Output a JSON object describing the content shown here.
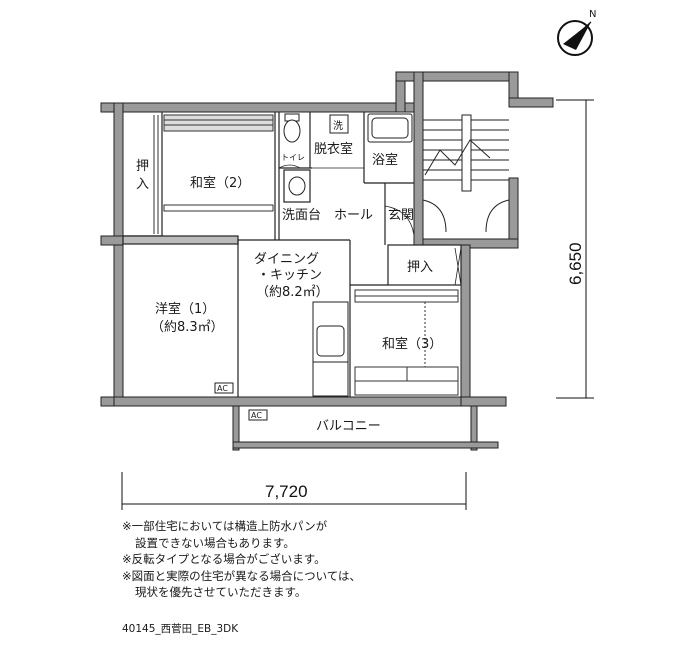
{
  "rooms": {
    "washitsu2": "和室（2）",
    "oshiire_left": [
      "押",
      "入"
    ],
    "toilet": "トイレ",
    "sentaku": "洗",
    "datsuishitsu": "脱衣室",
    "yokushitsu": "浴室",
    "senmendai": "洗面台",
    "hall": "ホール",
    "genkan": "玄関",
    "dk_line1": "ダイニング",
    "dk_line2": "・キッチン",
    "dk_line3": "（約8.2㎡）",
    "oshiire_right": "押入",
    "youshitsu_line1": "洋室（1）",
    "youshitsu_line2": "（約8.3㎡）",
    "washitsu3": "和室（3）",
    "balcony": "バルコニー",
    "ac1": "AC",
    "ac2": "AC"
  },
  "compass": {
    "north": "N"
  },
  "dimensions": {
    "width": "7,720",
    "depth": "6,650"
  },
  "notes": [
    "※一部住宅においては構造上防水パンが",
    "設置できない場合もあります。",
    "※反転タイプとなる場合がございます。",
    "※図面と実際の住宅が異なる場合については、",
    "現状を優先させていただきます。"
  ],
  "plan_code": "40145_西菅田_EB_3DK"
}
